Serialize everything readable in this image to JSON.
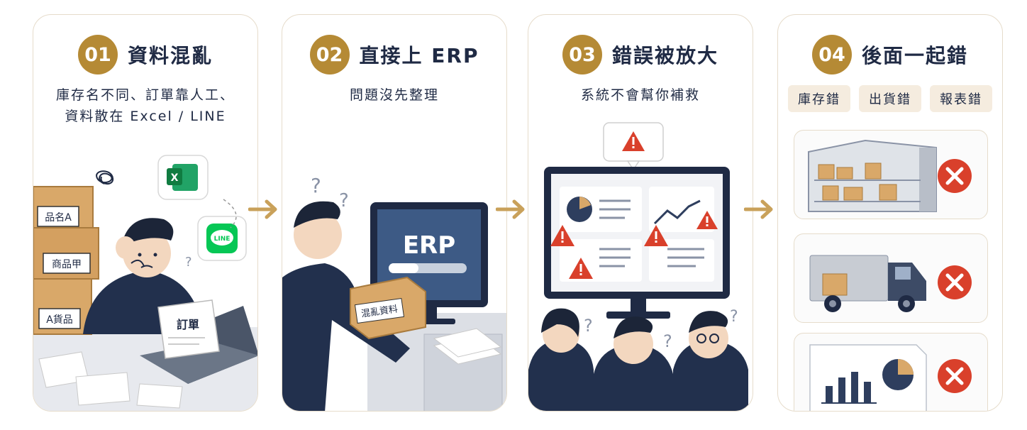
{
  "steps": [
    {
      "number": "01",
      "title": "資料混亂",
      "desc": [
        "庫存名不同、訂單靠人工、",
        "資料散在 Excel / LINE"
      ],
      "labels": {
        "box1": "品名A",
        "box2": "商品甲",
        "box3": "A貨品",
        "paper": "訂單",
        "line_app": "LINE"
      }
    },
    {
      "number": "02",
      "title": "直接上 ERP",
      "desc": [
        "問題沒先整理"
      ],
      "labels": {
        "screen": "ERP",
        "box": "混亂資料"
      }
    },
    {
      "number": "03",
      "title": "錯誤被放大",
      "desc": [
        "系統不會幫你補救"
      ]
    },
    {
      "number": "04",
      "title": "後面一起錯",
      "tags": [
        "庫存錯",
        "出貨錯",
        "報表錯"
      ]
    }
  ],
  "colors": {
    "accent": "#b58a35",
    "navy": "#1f2a44",
    "error": "#d9402b",
    "box": "#d9a869"
  },
  "icons": {
    "flow_arrow": "arrow-right-icon",
    "warning": "warning-triangle-icon",
    "error": "x-circle-icon"
  }
}
